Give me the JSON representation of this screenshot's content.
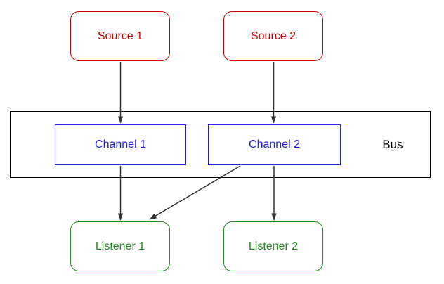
{
  "diagram": {
    "title": "event-bus-diagram",
    "nodes": {
      "source1": {
        "label": "Source 1",
        "type": "source"
      },
      "source2": {
        "label": "Source 2",
        "type": "source"
      },
      "channel1": {
        "label": "Channel 1",
        "type": "channel"
      },
      "channel2": {
        "label": "Channel 2",
        "type": "channel"
      },
      "bus": {
        "label": "Bus",
        "type": "container"
      },
      "listener1": {
        "label": "Listener 1",
        "type": "listener"
      },
      "listener2": {
        "label": "Listener 2",
        "type": "listener"
      }
    },
    "edges": [
      {
        "from": "source1",
        "to": "channel1",
        "arrow": "down"
      },
      {
        "from": "source2",
        "to": "channel2",
        "arrow": "down"
      },
      {
        "from": "channel1",
        "to": "listener1",
        "arrow": "down"
      },
      {
        "from": "channel2",
        "to": "listener1",
        "arrow": "diagonal"
      },
      {
        "from": "channel2",
        "to": "listener2",
        "arrow": "down"
      }
    ]
  },
  "colors": {
    "source": "#cc0000",
    "channel": "#2222dd",
    "listener": "#228b22",
    "bus_border": "#000000",
    "connector": "#333333",
    "bg": "#ffffff"
  }
}
